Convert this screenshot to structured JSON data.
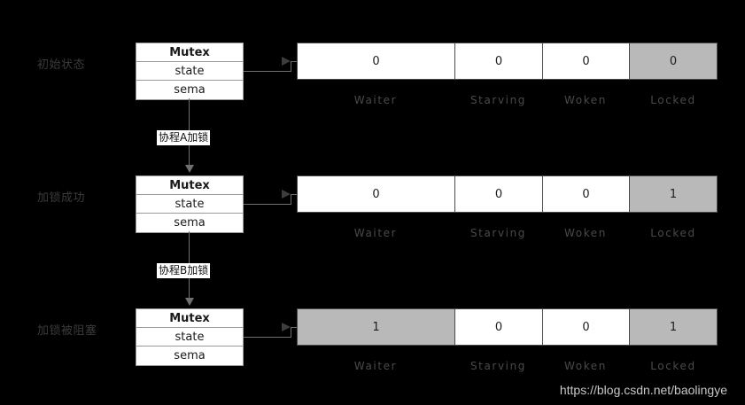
{
  "diagram": {
    "background_color": "#000000",
    "shaded_cell_color": "#b9b9b9",
    "watermark": "https://blog.csdn.net/baolingye",
    "struct": {
      "title": "Mutex",
      "fields": [
        "state",
        "sema"
      ]
    },
    "bit_labels": [
      "Waiter",
      "Starving",
      "Woken",
      "Locked"
    ],
    "rows": [
      {
        "stage_label": "初始状态",
        "values": [
          "0",
          "0",
          "0",
          "0"
        ],
        "shaded": [
          false,
          false,
          false,
          true
        ]
      },
      {
        "stage_label": "加锁成功",
        "values": [
          "0",
          "0",
          "0",
          "1"
        ],
        "shaded": [
          false,
          false,
          false,
          true
        ]
      },
      {
        "stage_label": "加锁被阻塞",
        "values": [
          "1",
          "0",
          "0",
          "1"
        ],
        "shaded": [
          true,
          false,
          false,
          true
        ]
      }
    ],
    "transitions": [
      {
        "label": "协程A加锁"
      },
      {
        "label": "协程B加锁"
      }
    ]
  }
}
